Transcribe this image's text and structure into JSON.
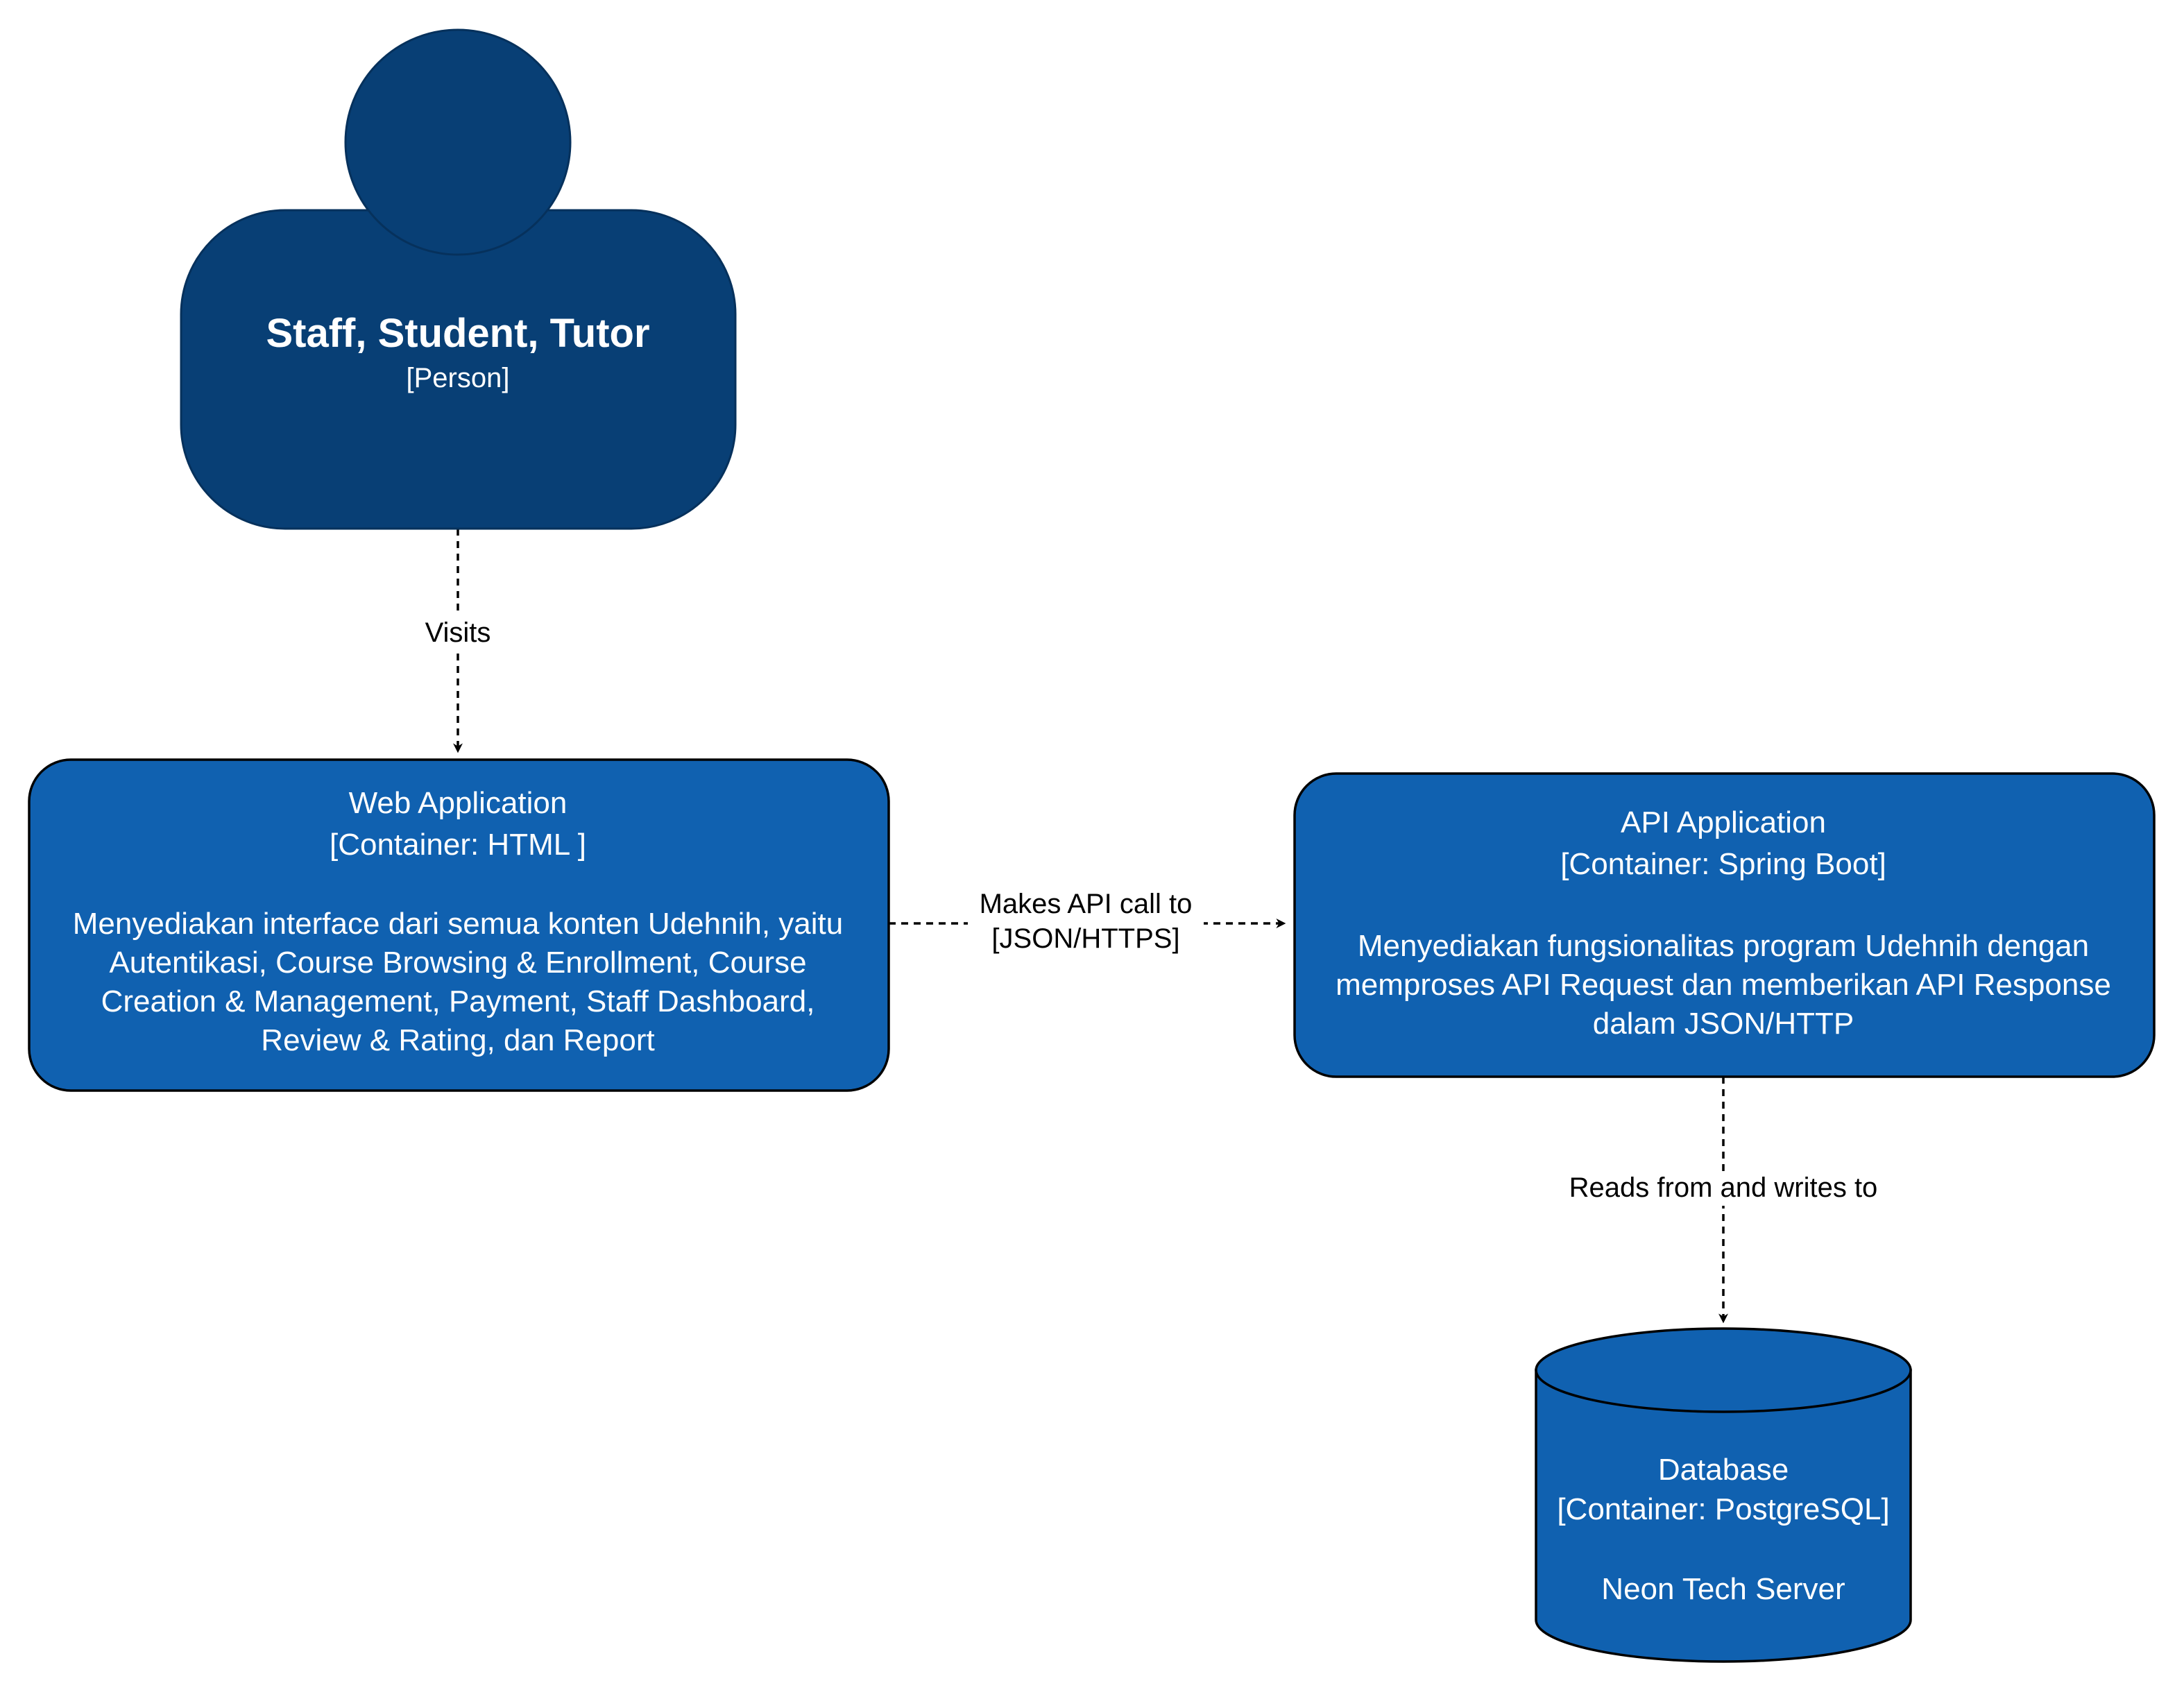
{
  "colors": {
    "person_fill": "#083F75",
    "person_stroke": "#06315C",
    "container_fill": "#1061B0",
    "container_stroke": "#000000",
    "edge": "#000000",
    "text_light": "#FFFFFF",
    "text_dark": "#000000"
  },
  "person": {
    "name": "Staff, Student, Tutor",
    "type": "[Person]"
  },
  "web_app": {
    "name": "Web Application",
    "tech": "[Container: HTML ]",
    "desc_lines": [
      "Menyediakan interface dari semua konten Udehnih, yaitu",
      "Autentikasi, Course Browsing & Enrollment, Course",
      "Creation & Management, Payment, Staff Dashboard,",
      "Review & Rating, dan Report"
    ]
  },
  "api_app": {
    "name": "API Application",
    "tech": "[Container: Spring Boot]",
    "desc_lines": [
      "Menyediakan fungsionalitas program Udehnih dengan",
      "memproses API Request dan memberikan API Response",
      "dalam JSON/HTTP"
    ]
  },
  "database": {
    "name": "Database",
    "tech": "[Container: PostgreSQL]",
    "desc": "Neon Tech Server"
  },
  "edges": {
    "visits": {
      "label": "Visits"
    },
    "api_call": {
      "label_line1": "Makes API call to",
      "label_line2": "[JSON/HTTPS]"
    },
    "reads_writes": {
      "label": "Reads from and writes to"
    }
  }
}
